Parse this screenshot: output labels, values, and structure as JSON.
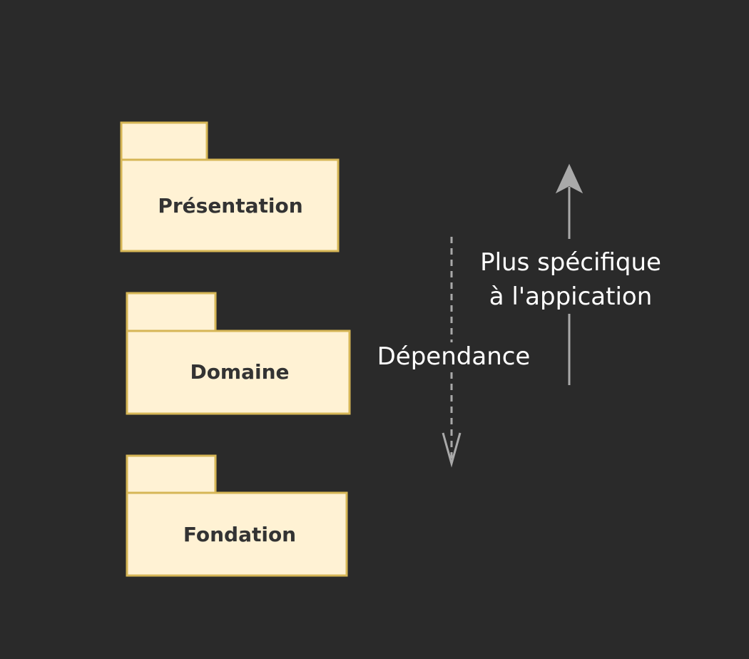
{
  "colors": {
    "background": "#2a2a2a",
    "package_fill": "#fff2d4",
    "package_stroke": "#d6b656",
    "label_text": "#333333",
    "arrow": "#a9a9a9",
    "annotation_text": "#ffffff"
  },
  "packages": [
    {
      "label": "Présentation"
    },
    {
      "label": "Domaine"
    },
    {
      "label": "Fondation"
    }
  ],
  "dependency": {
    "label": "Dépendance",
    "style": "dashed",
    "direction": "down"
  },
  "specificity": {
    "line1": "Plus spécifique",
    "line2": "à l'appication",
    "direction": "up"
  }
}
